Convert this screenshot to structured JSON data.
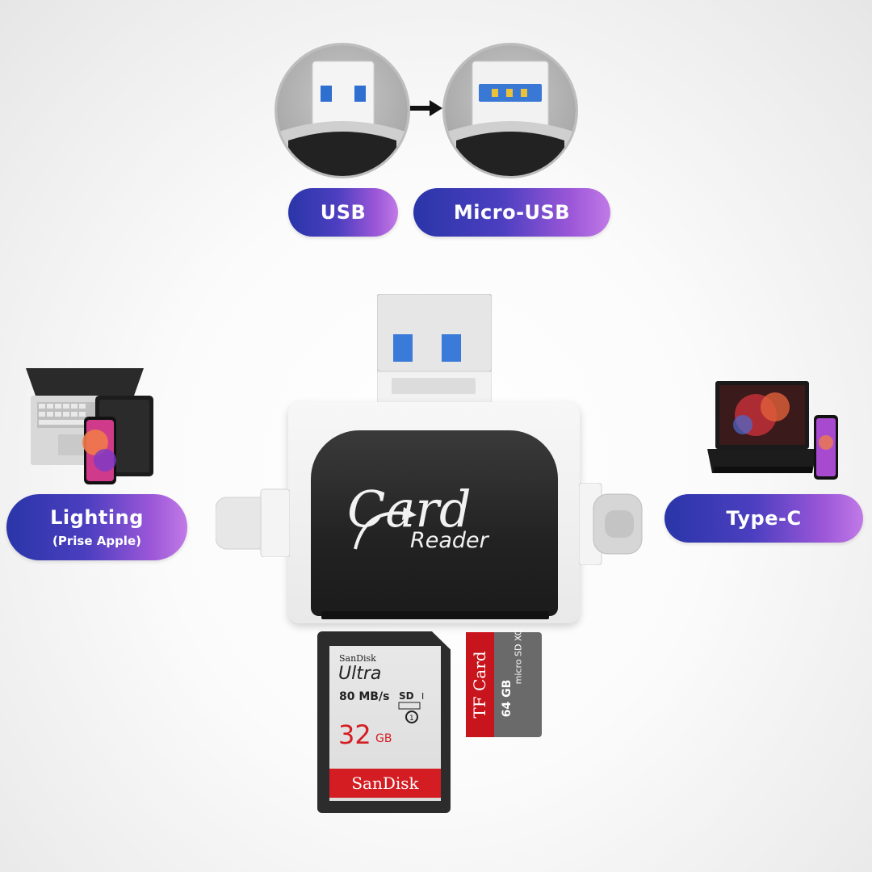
{
  "labels": {
    "usb": "USB",
    "micro_usb": "Micro-USB",
    "lighting": "Lighting",
    "lighting_sub": "(Prise Apple)",
    "type_c": "Type-C"
  },
  "reader": {
    "brand_main": "Card",
    "brand_sub": "Reader"
  },
  "sd_card": {
    "maker": "SanDisk",
    "line": "Ultra",
    "speed": "80 MB/s",
    "capacity": "32",
    "unit": "GB",
    "logo": "SanDisk"
  },
  "tf_card": {
    "label": "TF Card",
    "capacity": "64 GB",
    "type": "micro SD XC"
  },
  "colors": {
    "pill_start": "#2a35a8",
    "pill_end": "#c17ae6",
    "reader_face": "#222222",
    "sd_red": "#d41d23"
  },
  "icons": [
    "usb-connector-icon",
    "micro-usb-connector-icon",
    "arrow-right-icon",
    "laptop-phone-icon",
    "laptop-phone-type-c-icon"
  ]
}
